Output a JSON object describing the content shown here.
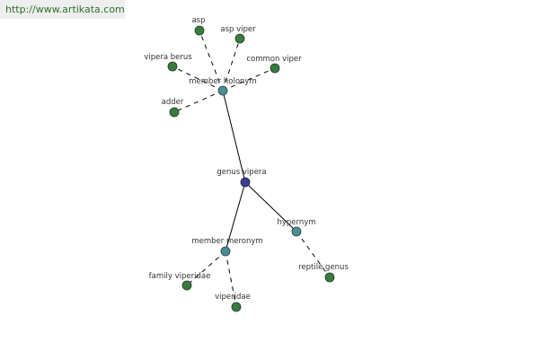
{
  "source_url": "http://www.artikata.com",
  "colors": {
    "center_node": "#3c3f8e",
    "relation_node": "#4c8c93",
    "leaf_node": "#3a7a3e",
    "edge": "#000000",
    "url_text": "#2f6f2f"
  },
  "graph": {
    "center": {
      "label": "genus vipera",
      "icon": "center-node-circle"
    },
    "relations": [
      {
        "label": "member holonym",
        "edge_to_center": "solid",
        "members": [
          "asp",
          "asp viper",
          "vipera berus",
          "common viper",
          "adder"
        ]
      },
      {
        "label": "member meronym",
        "edge_to_center": "solid",
        "members": [
          "family viperidae",
          "viperidae"
        ]
      },
      {
        "label": "hypernym",
        "edge_to_center": "solid",
        "members": [
          "reptile genus"
        ]
      }
    ]
  }
}
